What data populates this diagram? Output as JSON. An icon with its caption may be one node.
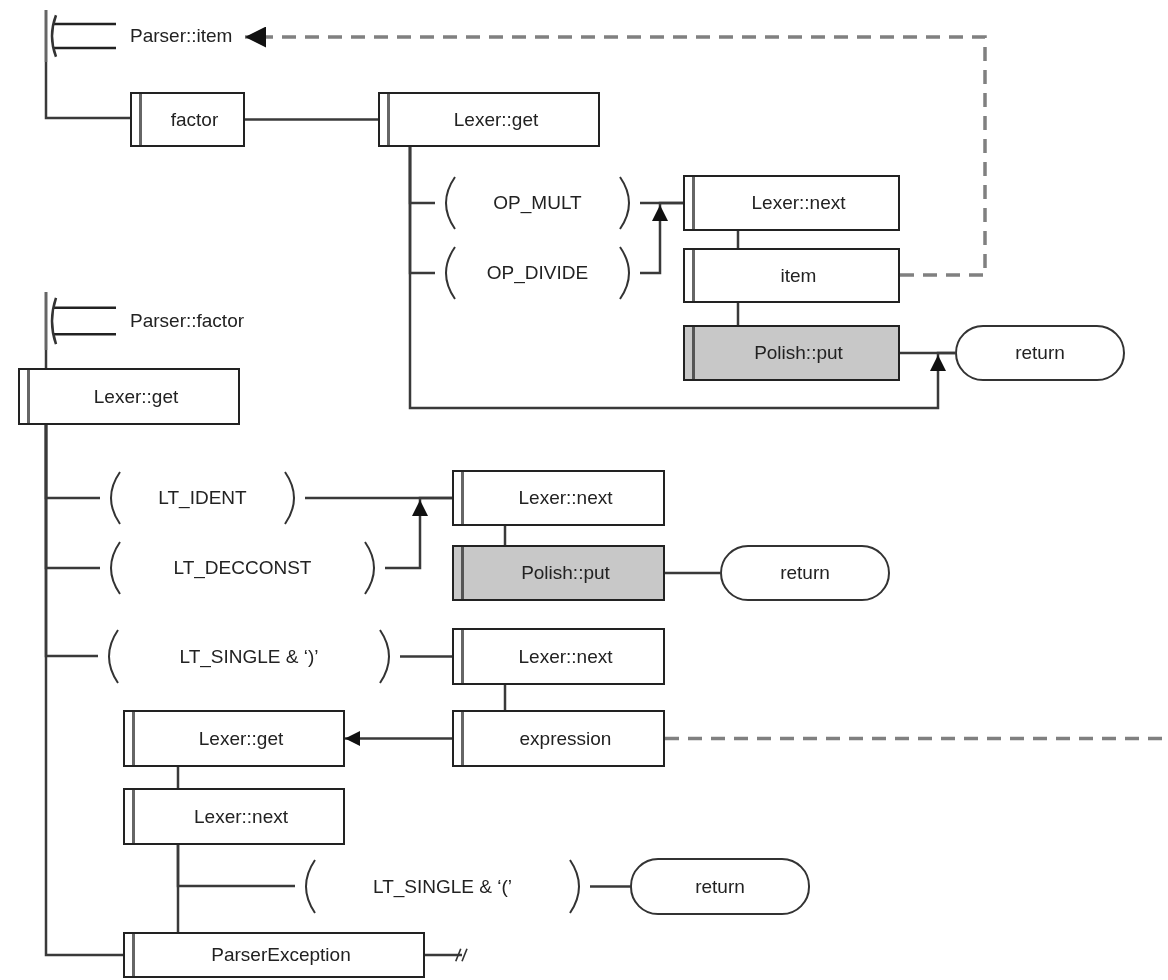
{
  "diagram": {
    "nodes": [
      {
        "text": [
          "Parser::item"
        ]
      },
      {
        "text": [
          "factor"
        ]
      },
      {
        "text": [
          "Lexer::get"
        ]
      },
      {
        "text": [
          "OP_MULT"
        ]
      },
      {
        "text": [
          "OP_DIVIDE"
        ]
      },
      {
        "text": [
          "Lexer::next"
        ]
      },
      {
        "text": [
          "item"
        ]
      },
      {
        "text": [
          "Polish::put"
        ]
      },
      {
        "text": [
          "return"
        ]
      },
      {
        "text": [
          "Parser::factor"
        ]
      },
      {
        "text": [
          "Lexer::get"
        ]
      },
      {
        "text": [
          "LT_IDENT"
        ]
      },
      {
        "text": [
          "LT_DECCONST"
        ]
      },
      {
        "text": [
          "Lexer::next"
        ]
      },
      {
        "text": [
          "Polish::put"
        ]
      },
      {
        "text": [
          "return"
        ]
      },
      {
        "text": [
          "LT_SINGLE & ‘)’"
        ]
      },
      {
        "text": [
          "Lexer::next"
        ]
      },
      {
        "text": [
          "Lexer::get"
        ]
      },
      {
        "text": [
          "expression"
        ]
      },
      {
        "text": [
          "Lexer::next"
        ]
      },
      {
        "text": [
          "LT_SINGLE & ‘(’"
        ]
      },
      {
        "text": [
          "return"
        ]
      },
      {
        "text": [
          "ParserException"
        ]
      }
    ],
    "edges": [
      {
        "from": 0,
        "to": 1,
        "arrow": "none"
      },
      {
        "from": 1,
        "to": 2,
        "arrow": "none"
      },
      {
        "from": 2,
        "to": 3,
        "arrow": "none"
      },
      {
        "from": 2,
        "to": 4,
        "arrow": "none"
      },
      {
        "from": 2,
        "to": 8,
        "arrow": "to"
      },
      {
        "from": 3,
        "to": 5,
        "arrow": "none"
      },
      {
        "from": 4,
        "to": 5,
        "arrow": "to"
      },
      {
        "from": 5,
        "to": 6,
        "arrow": "none"
      },
      {
        "from": 6,
        "to": 7,
        "arrow": "none"
      },
      {
        "from": 7,
        "to": 8,
        "arrow": "none"
      },
      {
        "from": 6,
        "to": 0,
        "arrow": "to",
        "style": "dashed",
        "color": "#808080"
      },
      {
        "from": 9,
        "to": 10,
        "arrow": "none"
      },
      {
        "from": 10,
        "to": 11,
        "arrow": "none"
      },
      {
        "from": 10,
        "to": 12,
        "arrow": "none"
      },
      {
        "from": 10,
        "to": 16,
        "arrow": "none"
      },
      {
        "from": 10,
        "to": 23,
        "arrow": "none"
      },
      {
        "from": 11,
        "to": 13,
        "arrow": "none"
      },
      {
        "from": 12,
        "to": 13,
        "arrow": "to"
      },
      {
        "from": 13,
        "to": 14,
        "arrow": "none"
      },
      {
        "from": 14,
        "to": 15,
        "arrow": "none"
      },
      {
        "from": 16,
        "to": 17,
        "arrow": "none"
      },
      {
        "from": 17,
        "to": 19,
        "arrow": "none"
      },
      {
        "from": 19,
        "to": 18,
        "arrow": "to"
      },
      {
        "from": 18,
        "to": 20,
        "arrow": "none"
      },
      {
        "from": 20,
        "to": 21,
        "arrow": "none"
      },
      {
        "from": 20,
        "to": 23,
        "arrow": "none"
      },
      {
        "from": 21,
        "to": 22,
        "arrow": "none"
      },
      {
        "from": 19,
        "to": null,
        "arrow": "none",
        "style": "dashed",
        "color": "#808080"
      },
      {
        "from": 23,
        "to": null,
        "arrow": "other"
      }
    ]
  }
}
